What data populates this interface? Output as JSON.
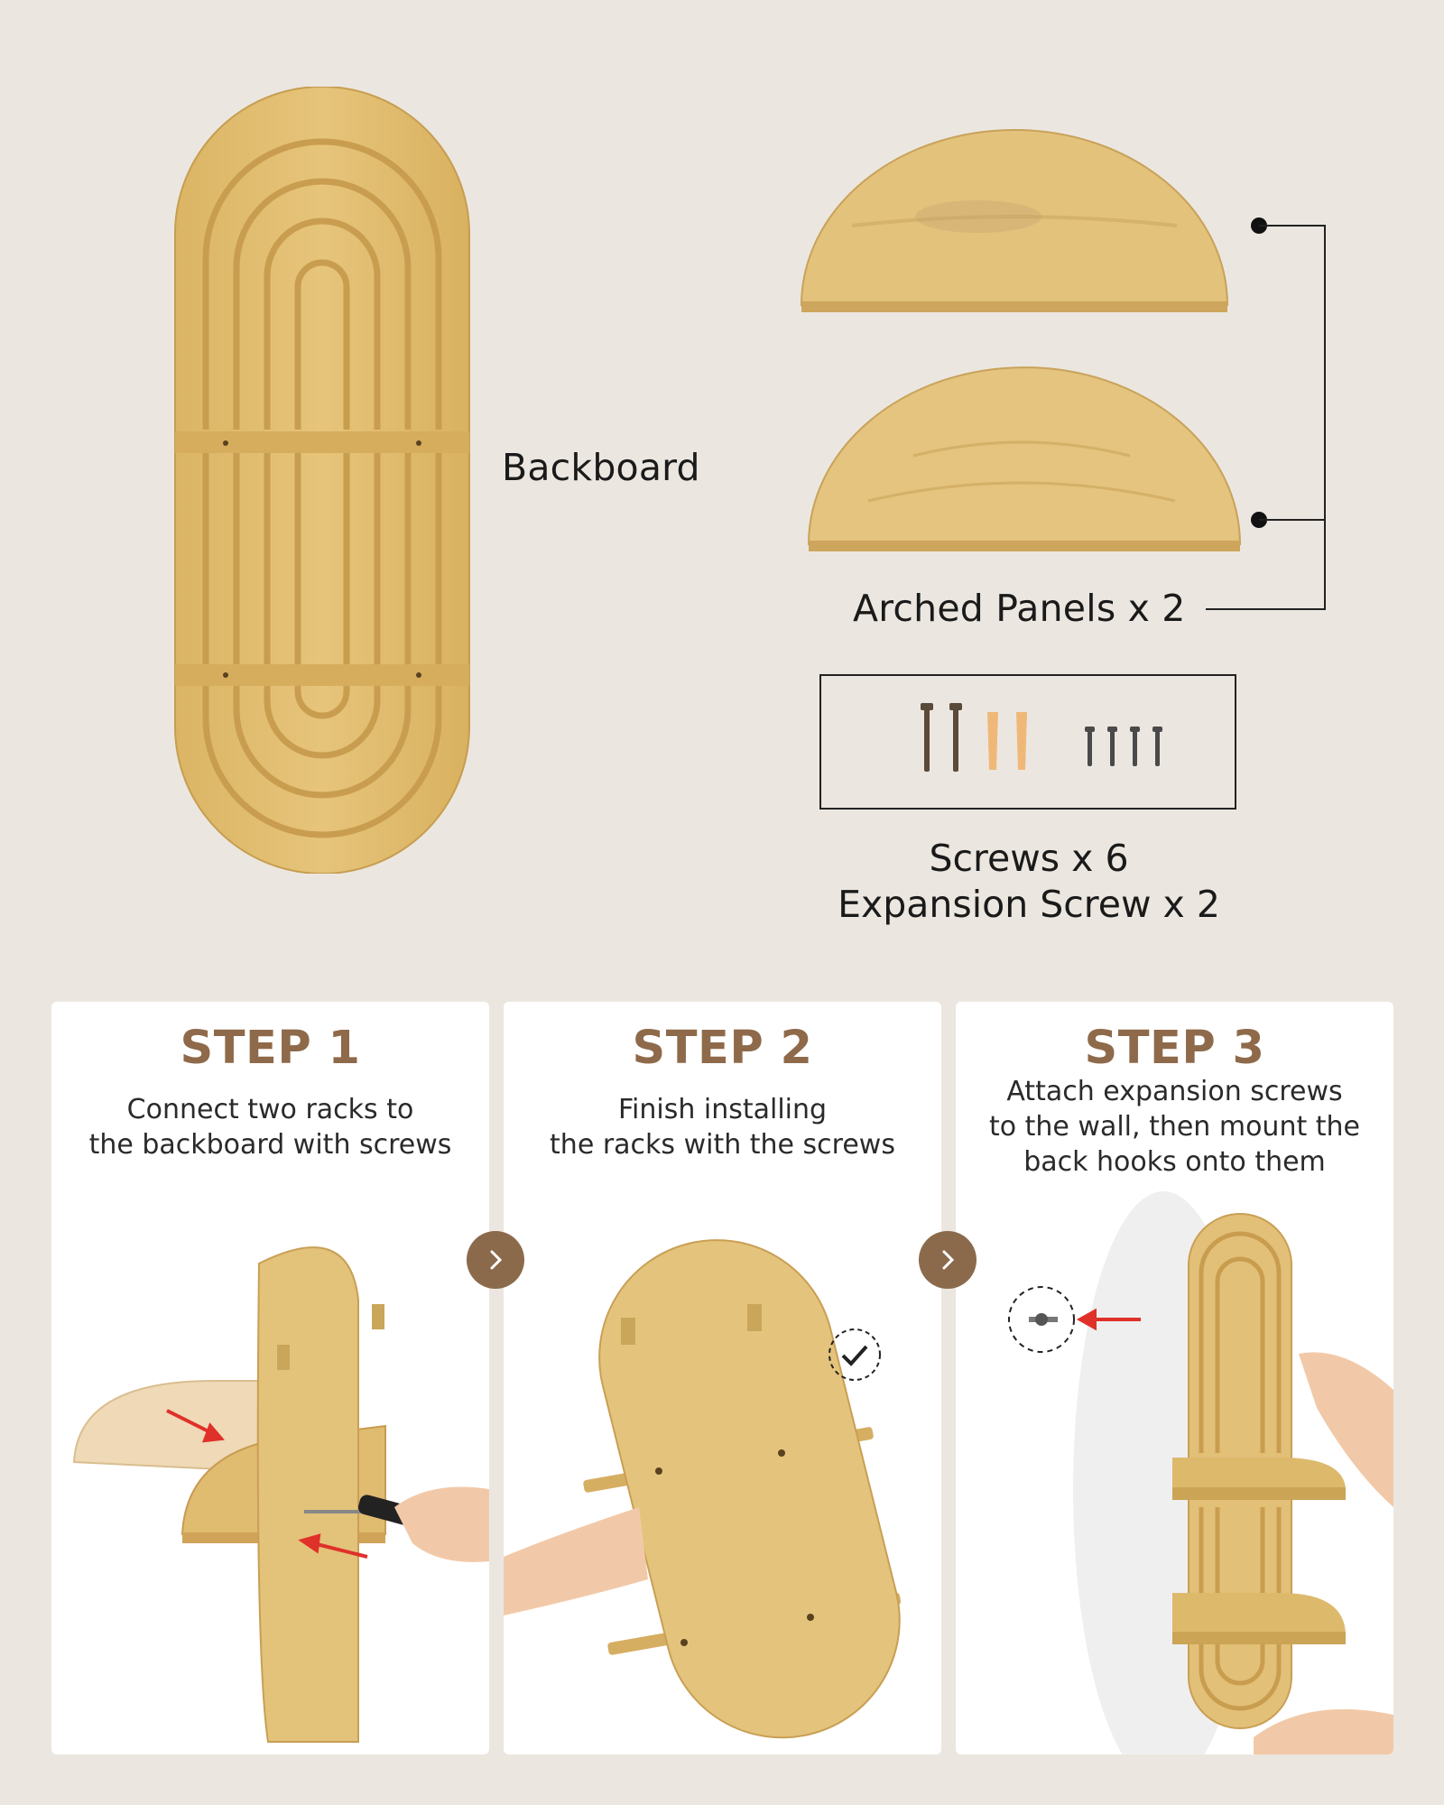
{
  "parts": {
    "backboard_label": "Backboard",
    "arched_panels_label": "Arched Panels x 2",
    "screws_line1": "Screws x 6",
    "screws_line2": "Expansion Screw x 2"
  },
  "steps": [
    {
      "title": "STEP 1",
      "desc_line1": "Connect two racks to",
      "desc_line2": "the backboard with screws"
    },
    {
      "title": "STEP 2",
      "desc_line1": "Finish installing",
      "desc_line2": "the racks with the screws"
    },
    {
      "title": "STEP 3",
      "desc_line1": "Attach expansion screws",
      "desc_line2": "to the wall, then mount the",
      "desc_line3": "back hooks onto them"
    }
  ],
  "colors": {
    "background": "#ebe7e0",
    "wood": "#e2c077",
    "step_title": "#8e6a4a",
    "arrow_button": "#8b6a4c",
    "red_arrow": "#e0302a"
  },
  "icons": {
    "next": "chevron-right-icon",
    "check": "check-icon",
    "wall_screw": "screw-icon"
  }
}
